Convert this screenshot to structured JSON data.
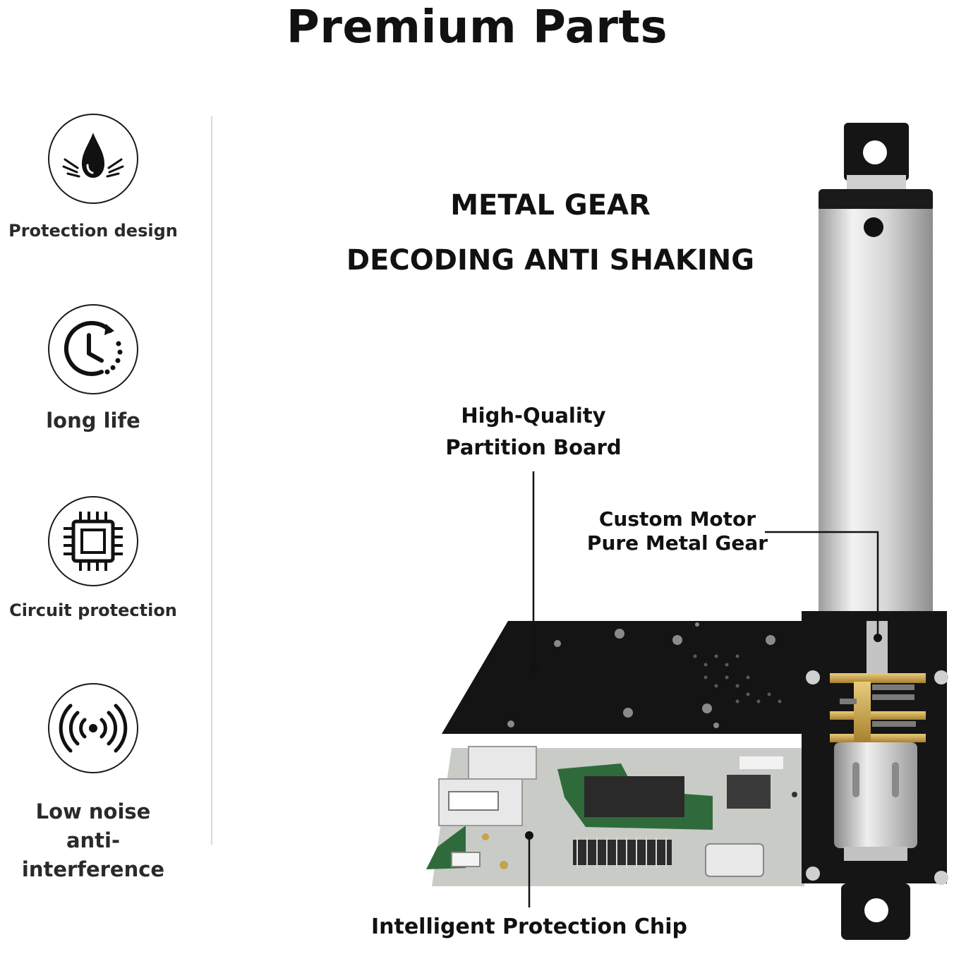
{
  "page_title": "Premium Parts",
  "features": [
    {
      "label": "Protection design",
      "icon": "water-drop-icon"
    },
    {
      "label": "long life",
      "icon": "clock-cycle-icon"
    },
    {
      "label": "Circuit protection",
      "icon": "chip-icon"
    },
    {
      "label_line1": "Low noise",
      "label_line2": "anti-interference",
      "icon": "signal-waves-icon"
    }
  ],
  "headings": {
    "line1": "METAL GEAR",
    "line2": "DECODING ANTI SHAKING"
  },
  "callouts": {
    "board_line1": "High-Quality",
    "board_line2": "Partition Board",
    "motor_line1": "Custom Motor",
    "motor_line2": "Pure Metal Gear",
    "chip": "Intelligent Protection Chip"
  },
  "colors": {
    "text": "#111111",
    "label_gray": "#2a2a2a",
    "pcb_green": "#2f6b3a",
    "pcb_gray": "#c9cbc7",
    "board_black": "#141414",
    "brass": "#c8a24a"
  }
}
